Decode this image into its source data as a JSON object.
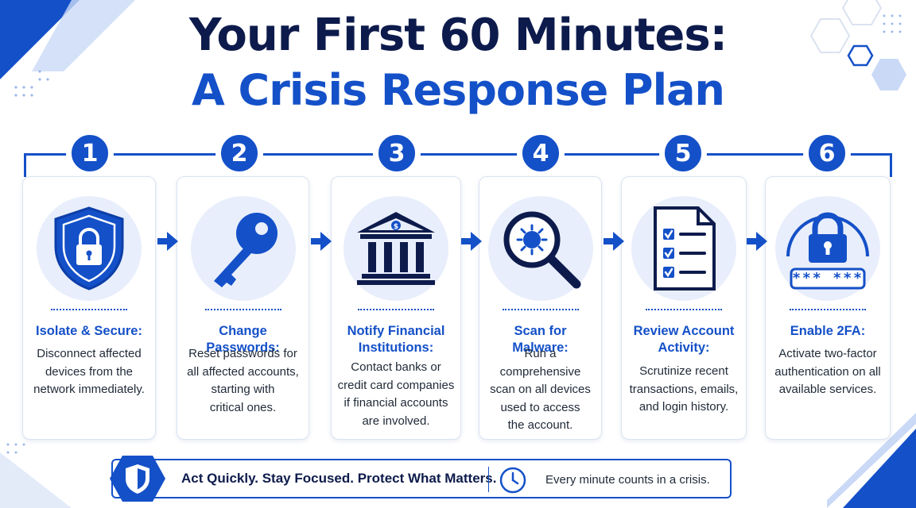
{
  "title": {
    "line1": "Your First 60 Minutes:",
    "line2": "A Crisis Response Plan"
  },
  "colors": {
    "primary": "#1450c8",
    "dark": "#0d1b4c",
    "icon_bg": "#e8eefb"
  },
  "steps": [
    {
      "number": "1",
      "icon": "shield-lock-icon",
      "title": "Isolate & Secure:",
      "description": "Disconnect affected\ndevices from the\nnetwork immediately."
    },
    {
      "number": "2",
      "icon": "key-icon",
      "title": "Change Passwords:",
      "description": "Reset passwords for\nall affected accounts,\nstarting with\ncritical ones."
    },
    {
      "number": "3",
      "icon": "bank-icon",
      "title": "Notify Financial\nInstitutions:",
      "description": "Contact banks or\ncredit card companies\nif financial accounts\nare involved."
    },
    {
      "number": "4",
      "icon": "malware-scan-icon",
      "title": "Scan for Malware:",
      "description": "Run a comprehensive\nscan on all devices\nused to access\nthe account."
    },
    {
      "number": "5",
      "icon": "checklist-document-icon",
      "title": "Review Account\nActivity:",
      "description": "Scrutinize recent\ntransactions, emails,\nand login history."
    },
    {
      "number": "6",
      "icon": "lock-password-icon",
      "title": "Enable 2FA:",
      "description": "Activate two-factor\nauthentication on all\navailable services.",
      "password_mask": "*** ***"
    }
  ],
  "footer": {
    "tagline": "Act Quickly. Stay Focused. Protect What Matters.",
    "note": "Every minute counts in a crisis.",
    "badge_icon": "shield-icon",
    "clock_icon": "clock-icon"
  }
}
